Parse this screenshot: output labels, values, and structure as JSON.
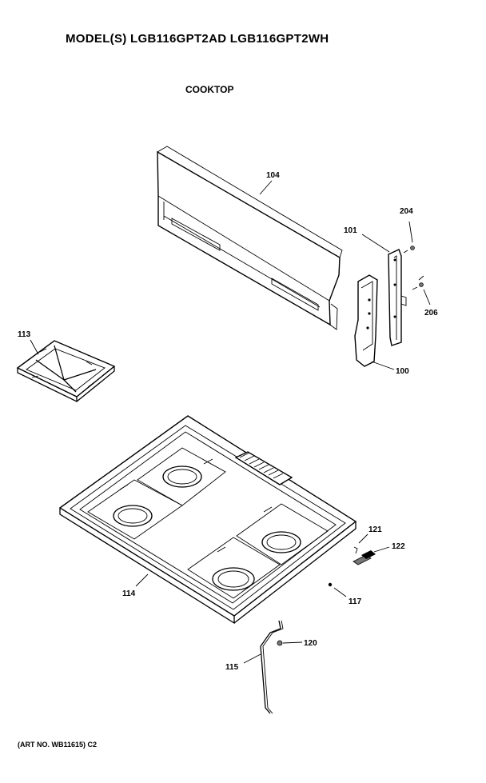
{
  "header": {
    "top_mark": "- - -   - -   - -   - -",
    "model_title": "MODEL(S) LGB116GPT2AD  LGB116GPT2WH",
    "section_title": "COOKTOP"
  },
  "footer": {
    "art_no": "(ART NO. WB11615) C2"
  },
  "callouts": {
    "c104": "104",
    "c204": "204",
    "c101": "101",
    "c206": "206",
    "c100": "100",
    "c113": "113",
    "c114": "114",
    "c121": "121",
    "c122": "122",
    "c117": "117",
    "c120": "120",
    "c115": "115"
  }
}
